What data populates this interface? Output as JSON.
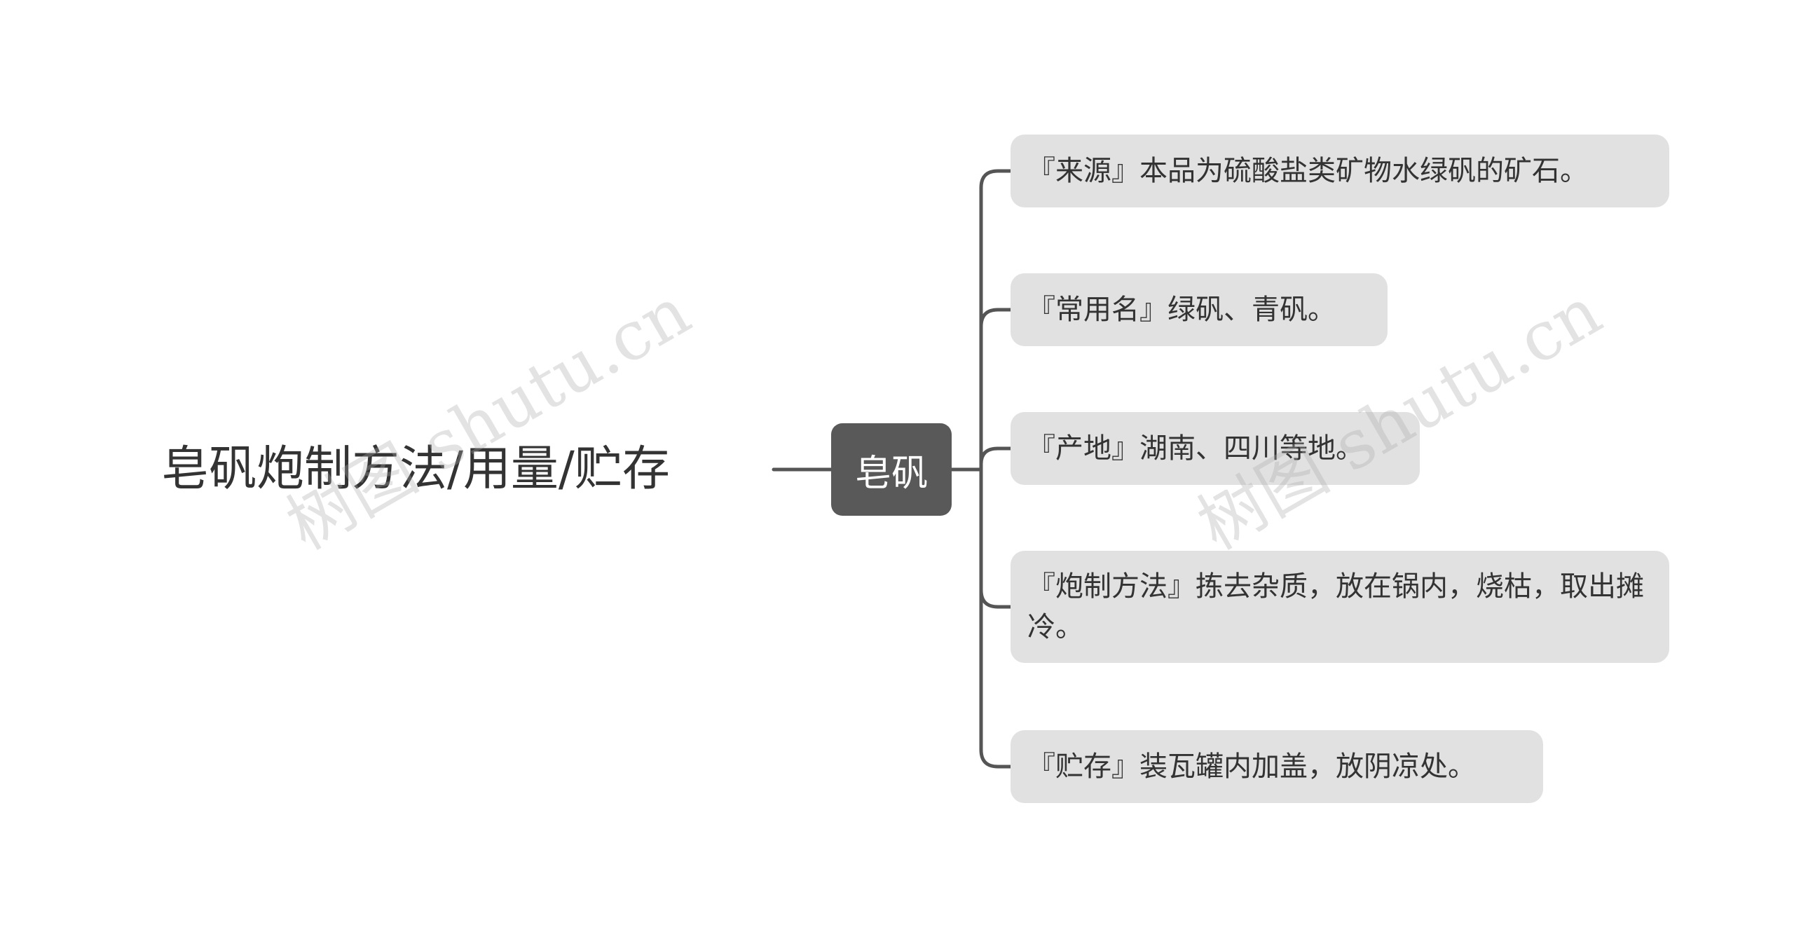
{
  "root": {
    "title": "皂矾炮制方法/用量/贮存"
  },
  "center": {
    "label": "皂矾"
  },
  "leaves": [
    {
      "text": "『来源』本品为硫酸盐类矿物水绿矾的矿石。"
    },
    {
      "text": "『常用名』绿矾、青矾。"
    },
    {
      "text": "『产地』湖南、四川等地。"
    },
    {
      "text": "『炮制方法』拣去杂质，放在锅内，烧枯，取出摊冷。"
    },
    {
      "text": "『贮存』装瓦罐内加盖，放阴凉处。"
    }
  ],
  "watermark": {
    "text": "树图 shutu.cn"
  },
  "colors": {
    "connector": "#555555",
    "center_fill": "#595959",
    "leaf_fill": "#e1e1e1",
    "text": "#333333"
  }
}
